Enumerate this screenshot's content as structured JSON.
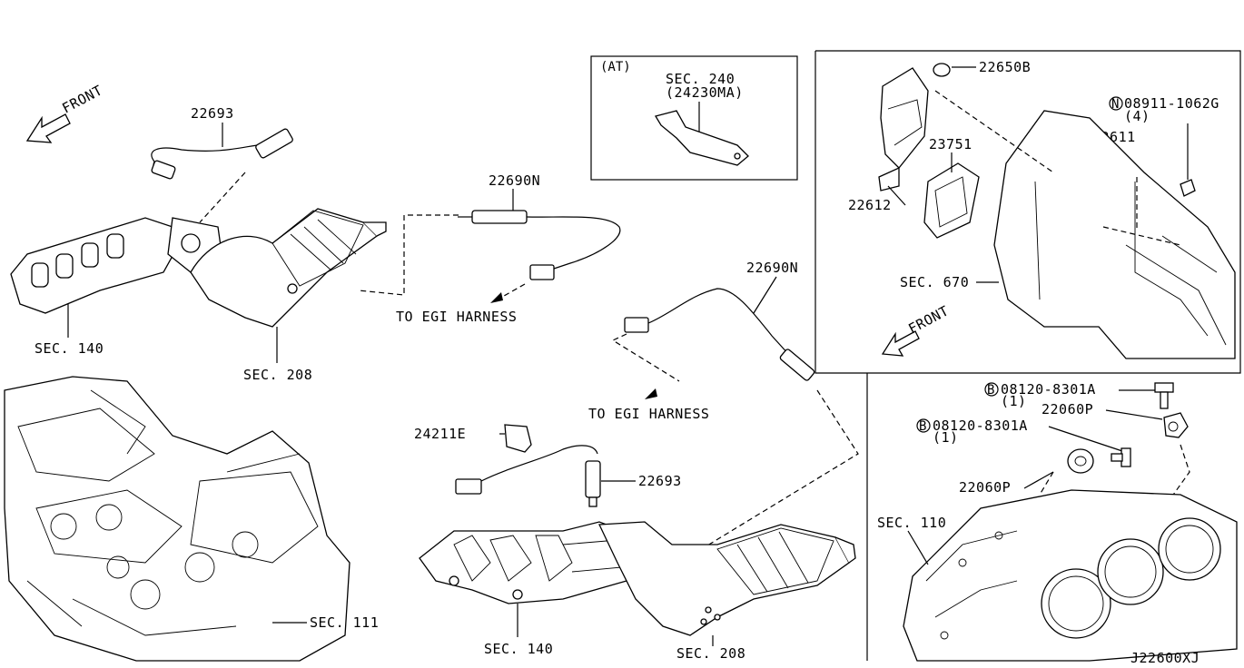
{
  "labels": {
    "front_left": "FRONT",
    "front_right": "FRONT",
    "p22693_top": "22693",
    "p22690N_top": "22690N",
    "to_egi_top": "TO EGI HARNESS",
    "sec140_top": "SEC. 140",
    "sec208_top": "SEC. 208",
    "at": "(AT)",
    "sec240": "SEC. 240",
    "p24230MA": "(24230MA)",
    "p22650B": "22650B",
    "p08911": "08911-1062G",
    "n_symbol": "N",
    "qty4": "(4)",
    "p23751": "23751",
    "p22611": "22611",
    "p22612": "22612",
    "sec670": "SEC. 670",
    "p22690N_mid": "22690N",
    "to_egi_mid": "TO EGI HARNESS",
    "p24211E": "24211E",
    "p22693_mid": "22693",
    "sec140_bot": "SEC. 140",
    "sec208_bot": "SEC. 208",
    "sec111": "SEC. 111",
    "b_symbol1": "B",
    "p08120_a": "08120-8301A",
    "qty1_a": "(1)",
    "p22060P_a": "22060P",
    "b_symbol2": "B",
    "p08120_b": "08120-8301A",
    "qty1_b": "(1)",
    "p22060P_b": "22060P",
    "sec110": "SEC. 110",
    "diagram_id": "J22600XJ"
  }
}
